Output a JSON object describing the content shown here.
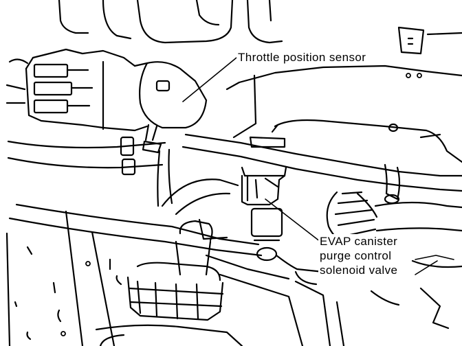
{
  "labels": {
    "throttle_position_sensor": "Throttle position sensor",
    "evap_line1": "EVAP canister",
    "evap_line2": "purge control",
    "evap_line3": "solenoid valve"
  },
  "colors": {
    "ink": "#000000",
    "paper": "#ffffff"
  }
}
